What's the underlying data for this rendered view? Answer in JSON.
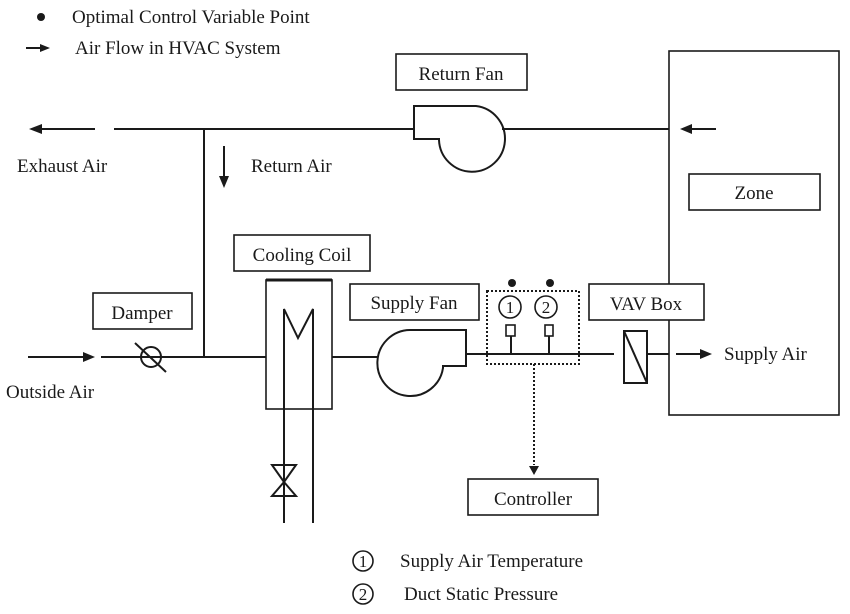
{
  "legend": {
    "optimal_point": {
      "icon": "filled-circle",
      "label": "Optimal Control Variable Point"
    },
    "air_flow": {
      "icon": "right-arrow",
      "label": "Air Flow in HVAC System"
    }
  },
  "components": {
    "return_fan": "Return Fan",
    "zone": "Zone",
    "cooling_coil": "Cooling Coil",
    "damper": "Damper",
    "supply_fan": "Supply Fan",
    "vav_box": "VAV Box",
    "controller": "Controller"
  },
  "flows": {
    "exhaust_air": "Exhaust Air",
    "return_air": "Return Air",
    "outside_air": "Outside Air",
    "supply_air": "Supply Air"
  },
  "sensors": [
    {
      "marker": "1",
      "glyph": "①",
      "label": "Supply Air Temperature"
    },
    {
      "marker": "2",
      "glyph": "②",
      "label": "Duct Static Pressure"
    }
  ],
  "colors": {
    "stroke": "#1a1a1a",
    "background": "#ffffff"
  }
}
